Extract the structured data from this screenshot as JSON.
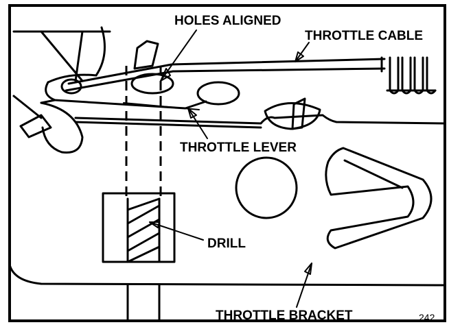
{
  "labels": {
    "holes_aligned": "HOLES ALIGNED",
    "throttle_cable": "THROTTLE CABLE",
    "throttle_lever": "THROTTLE LEVER",
    "drill": "DRILL",
    "throttle_bracket": "THROTTLE BRACKET"
  },
  "figure_number": "242"
}
